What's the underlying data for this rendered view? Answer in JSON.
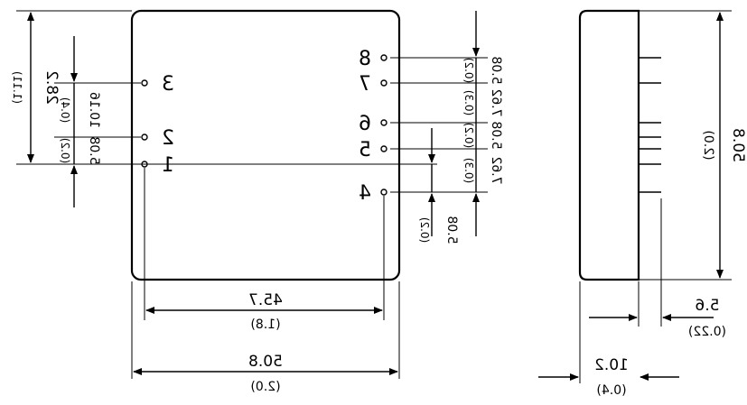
{
  "front_view": {
    "pins": [
      {
        "label": "8"
      },
      {
        "label": "7"
      },
      {
        "label": "6"
      },
      {
        "label": "5"
      },
      {
        "label": "4"
      },
      {
        "label": "3"
      },
      {
        "label": "2"
      },
      {
        "label": "1"
      }
    ],
    "dims": {
      "width_inner_mm": "45.7",
      "width_inner_in": "(1.8)",
      "width_outer_mm": "50.8",
      "width_outer_in": "(2.0)",
      "left_outer_mm": "28.2",
      "left_outer_in": "(1.11)",
      "left_pitch_mm": "10.16",
      "left_pitch_in": "(0.4)",
      "left_pin12_mm": "5.08",
      "left_pin12_in": "(0.2)",
      "right_87_mm": "5.08",
      "right_87_in": "(0.2)",
      "right_76_mm": "7.62",
      "right_76_in": "(0.3)",
      "right_65_mm": "5.08",
      "right_65_in": "(0.2)",
      "right_54_mm": "7.62",
      "right_54_in": "(0.3)",
      "right_4_mm": "5.08",
      "right_4_in": "(0.2)"
    }
  },
  "side_view": {
    "height_mm": "50.8",
    "height_in": "(2.0)",
    "pin_len_mm": "5.6",
    "pin_len_in": "(0.22)",
    "thick_mm": "10.2",
    "thick_in": "(0.4)"
  }
}
